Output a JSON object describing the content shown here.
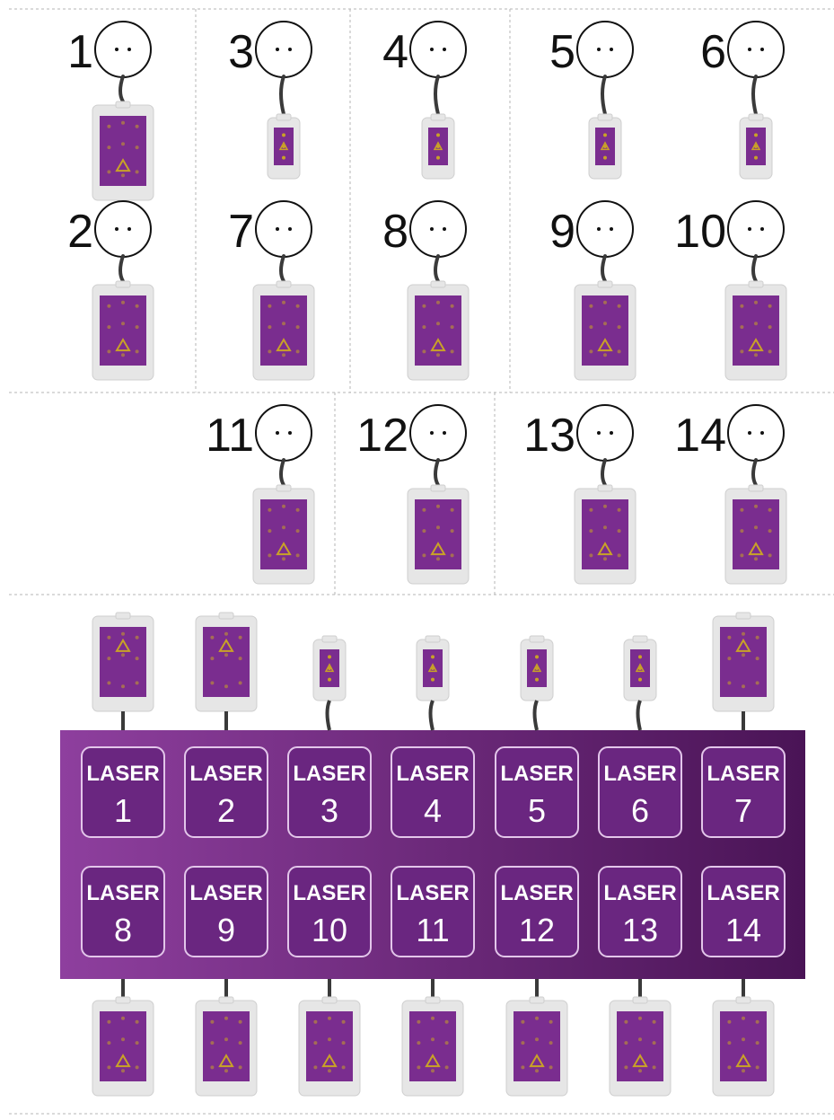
{
  "colors": {
    "panel_light": "#8e3f9e",
    "panel_dark": "#4a1456",
    "key_fill": "#6a2680",
    "key_border": "#e3c6ea",
    "pad_body": "#e6e6e6",
    "pad_face": "#7a2d8f",
    "pad_dot": "#c9a227",
    "cable": "#3a3a3a",
    "divider": "#b5b5b5"
  },
  "key_label_word": "LASER",
  "zones": [
    {
      "number": "1",
      "pad": "large"
    },
    {
      "number": "2",
      "pad": "large"
    },
    {
      "number": "3",
      "pad": "small"
    },
    {
      "number": "4",
      "pad": "small"
    },
    {
      "number": "5",
      "pad": "small"
    },
    {
      "number": "6",
      "pad": "small"
    },
    {
      "number": "7",
      "pad": "large"
    },
    {
      "number": "8",
      "pad": "large"
    },
    {
      "number": "9",
      "pad": "large"
    },
    {
      "number": "10",
      "pad": "large"
    },
    {
      "number": "11",
      "pad": "large"
    },
    {
      "number": "12",
      "pad": "large"
    },
    {
      "number": "13",
      "pad": "large"
    },
    {
      "number": "14",
      "pad": "large"
    }
  ],
  "lasers": [
    {
      "word": "LASER",
      "number": "1"
    },
    {
      "word": "LASER",
      "number": "2"
    },
    {
      "word": "LASER",
      "number": "3"
    },
    {
      "word": "LASER",
      "number": "4"
    },
    {
      "word": "LASER",
      "number": "5"
    },
    {
      "word": "LASER",
      "number": "6"
    },
    {
      "word": "LASER",
      "number": "7"
    },
    {
      "word": "LASER",
      "number": "8"
    },
    {
      "word": "LASER",
      "number": "9"
    },
    {
      "word": "LASER",
      "number": "10"
    },
    {
      "word": "LASER",
      "number": "11"
    },
    {
      "word": "LASER",
      "number": "12"
    },
    {
      "word": "LASER",
      "number": "13"
    },
    {
      "word": "LASER",
      "number": "14"
    }
  ],
  "top_pads": [
    "large",
    "large",
    "small",
    "small",
    "small",
    "small",
    "large"
  ],
  "bottom_pads": [
    "large",
    "large",
    "large",
    "large",
    "large",
    "large",
    "large"
  ]
}
